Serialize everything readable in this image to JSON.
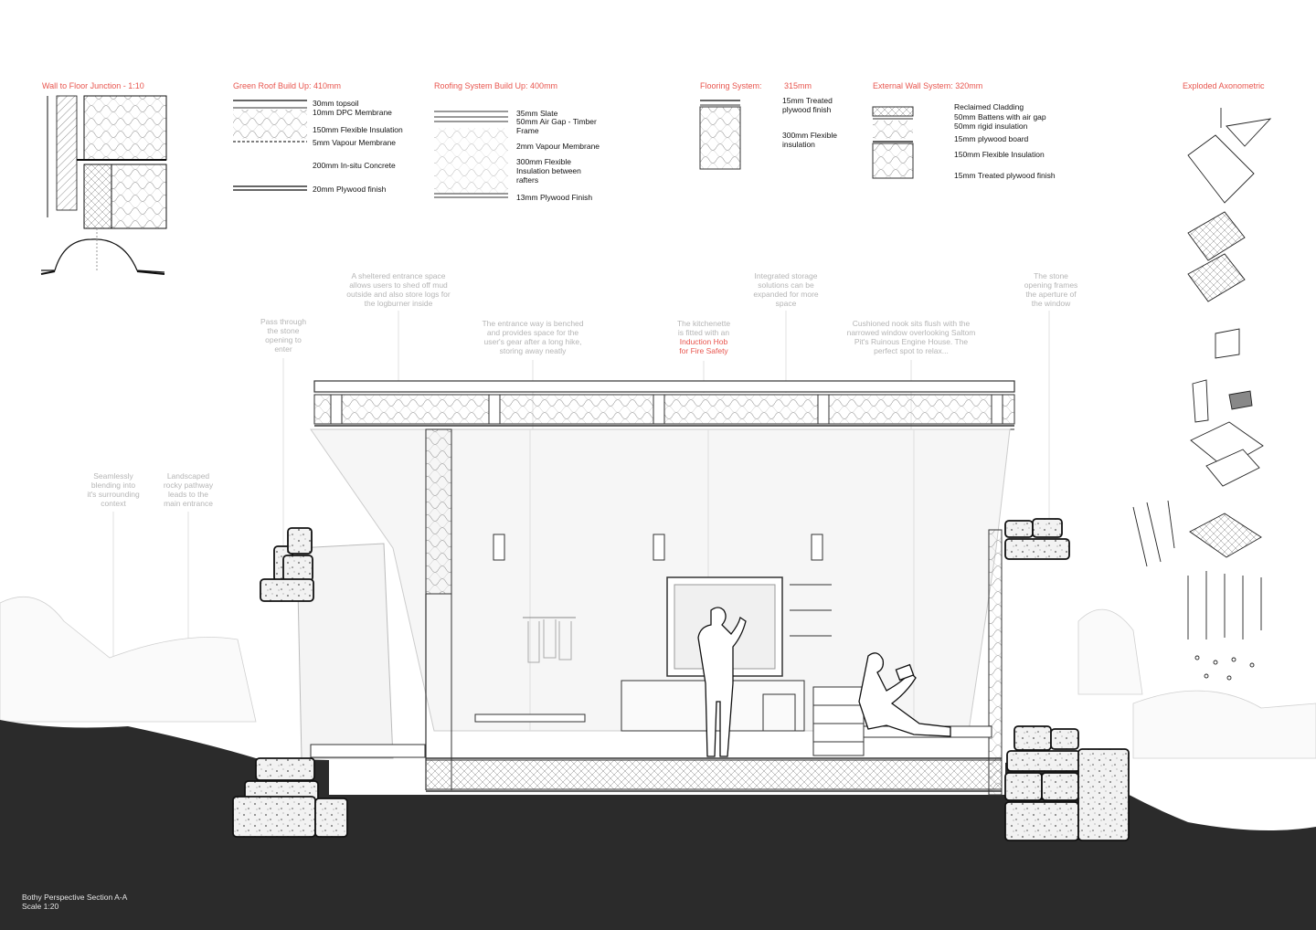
{
  "headings": {
    "wall_floor": "Wall to Floor Junction - 1:10",
    "green_roof": "Green Roof Build Up: 410mm",
    "roofing": "Roofing System Build Up: 400mm",
    "flooring": "Flooring System:",
    "flooring_depth": "315mm",
    "external_wall": "External Wall System: 320mm",
    "exploded": "Exploded Axonometric"
  },
  "green_roof_layers": [
    "30mm topsoil",
    "10mm DPC Membrane",
    "150mm Flexible Insulation",
    "5mm Vapour Membrane",
    "200mm In-situ Concrete",
    "20mm Plywood finish"
  ],
  "roofing_layers": [
    "35mm Slate",
    "50mm Air Gap - Timber",
    "Frame",
    "2mm Vapour Membrane",
    "300mm Flexible",
    "Insulation between",
    "rafters",
    "13mm Plywood Finish"
  ],
  "flooring_layers": [
    "15mm Treated",
    "plywood finish",
    "300mm Flexible",
    "insulation"
  ],
  "external_wall_layers": [
    "Reclaimed Cladding",
    "50mm Battens with air gap",
    "50mm rigid insulation",
    "15mm plywood board",
    "150mm Flexible Insulation",
    "15mm Treated plywood finish"
  ],
  "annotations": {
    "entrance_space": [
      "A sheltered entrance space",
      "allows users to shed off mud",
      "outside and also store logs for",
      "the logburner inside"
    ],
    "pass_through": [
      "Pass through",
      "the stone",
      "opening to",
      "enter"
    ],
    "bench": [
      "The entrance way is benched",
      "and provides space for the",
      "user's gear after a long hike,",
      "storing away neatly"
    ],
    "kitchenette": [
      "The kitchenette",
      "is fitted with an"
    ],
    "kitchenette_highlight": [
      "Induction Hob",
      "for Fire Safety"
    ],
    "storage": [
      "Integrated storage",
      "solutions can be",
      "expanded for more",
      "space"
    ],
    "nook": [
      "Cushioned nook sits flush with the",
      "narrowed window overlooking Saltom",
      "Pit's Ruinous Engine House. The",
      "perfect spot to relax..."
    ],
    "stone_frames": [
      "The stone",
      "opening frames",
      "the aperture of",
      "the window"
    ],
    "blending": [
      "Seamlessly",
      "blending into",
      "it's surrounding",
      "context"
    ],
    "landscaped": [
      "Landscaped",
      "rocky pathway",
      "leads to the",
      "main entrance"
    ]
  },
  "caption": {
    "title": "Bothy Perspective Section A-A",
    "scale": "Scale 1:20"
  },
  "colors": {
    "accent": "#e8554e",
    "ground": "#2b2b2b",
    "annotation": "#b5b5b5"
  }
}
